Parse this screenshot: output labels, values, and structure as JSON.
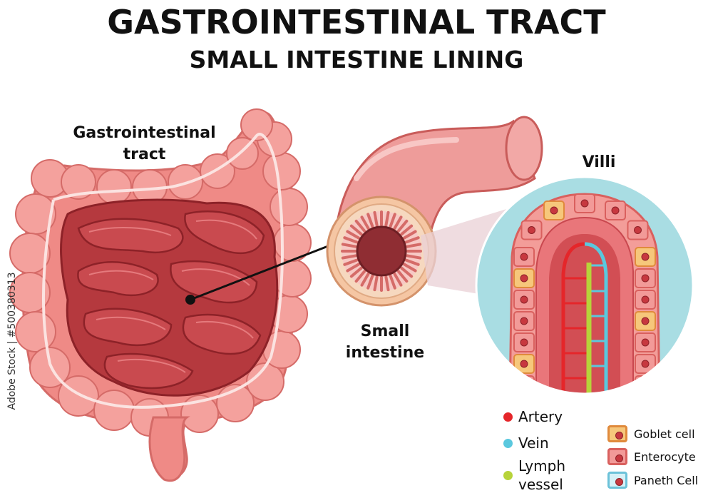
{
  "title": "GASTROINTESTINAL TRACT",
  "subtitle": "SMALL INTESTINE LINING",
  "labels": {
    "gi_tract": [
      "Gastrointestinal",
      "tract"
    ],
    "small_intestine": [
      "Small",
      "intestine"
    ],
    "villi": "Villi"
  },
  "legend_vessels": [
    {
      "label": "Artery",
      "color": "#e5262a"
    },
    {
      "label": "Vein",
      "color": "#5ac8de"
    },
    {
      "label": "Lymph vessel",
      "lines": [
        "Lymph",
        "vessel"
      ],
      "color": "#b7d33a"
    }
  ],
  "legend_cells": [
    {
      "label": "Goblet cell",
      "fill": "#f6c77b",
      "border": "#e08a3c"
    },
    {
      "label": "Enterocyte",
      "fill": "#f29a98",
      "border": "#d9605e"
    },
    {
      "label": "Paneth Cell",
      "fill": "#d6f1f7",
      "border": "#6cc2d9"
    }
  ],
  "watermark_side": "Adobe Stock | #500380313",
  "colors": {
    "colon": "#ef8a86",
    "small_intestine": "#b5393e",
    "tube": "#ee9c9a",
    "villi_background": "#a9dde3"
  }
}
